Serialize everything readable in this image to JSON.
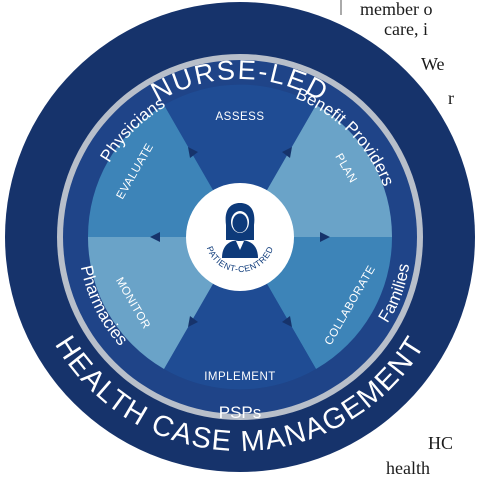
{
  "page_text": {
    "line1": "member o",
    "line2": "care, i",
    "line3": "We",
    "line4": "r",
    "line5": "HC",
    "line6": "health"
  },
  "outer_ring": {
    "top": "NURSE-LED",
    "bottom": "HEALTH CASE MANAGEMENT"
  },
  "stakeholders": {
    "physicians": "Physicians",
    "benefit_providers": "Benefit Providers",
    "families": "Families",
    "psps": "PSPs",
    "pharmacies": "Pharmacies"
  },
  "steps": {
    "assess": "ASSESS",
    "plan": "PLAN",
    "collaborate": "COLLABORATE",
    "implement": "IMPLEMENT",
    "monitor": "MONITOR",
    "evaluate": "EVALUATE"
  },
  "hub": {
    "label": "PATIENT-CENTRED",
    "icon": "nurse-icon"
  },
  "colors": {
    "outer_ring": "#16336b",
    "silver_ring": "#b8bfca",
    "dark_segment": "#1f4c94",
    "mid_segment": "#3d84b8",
    "light_segment": "#6aa3c8",
    "hub_fill": "#ffffff",
    "icon": "#0d3a7a"
  }
}
